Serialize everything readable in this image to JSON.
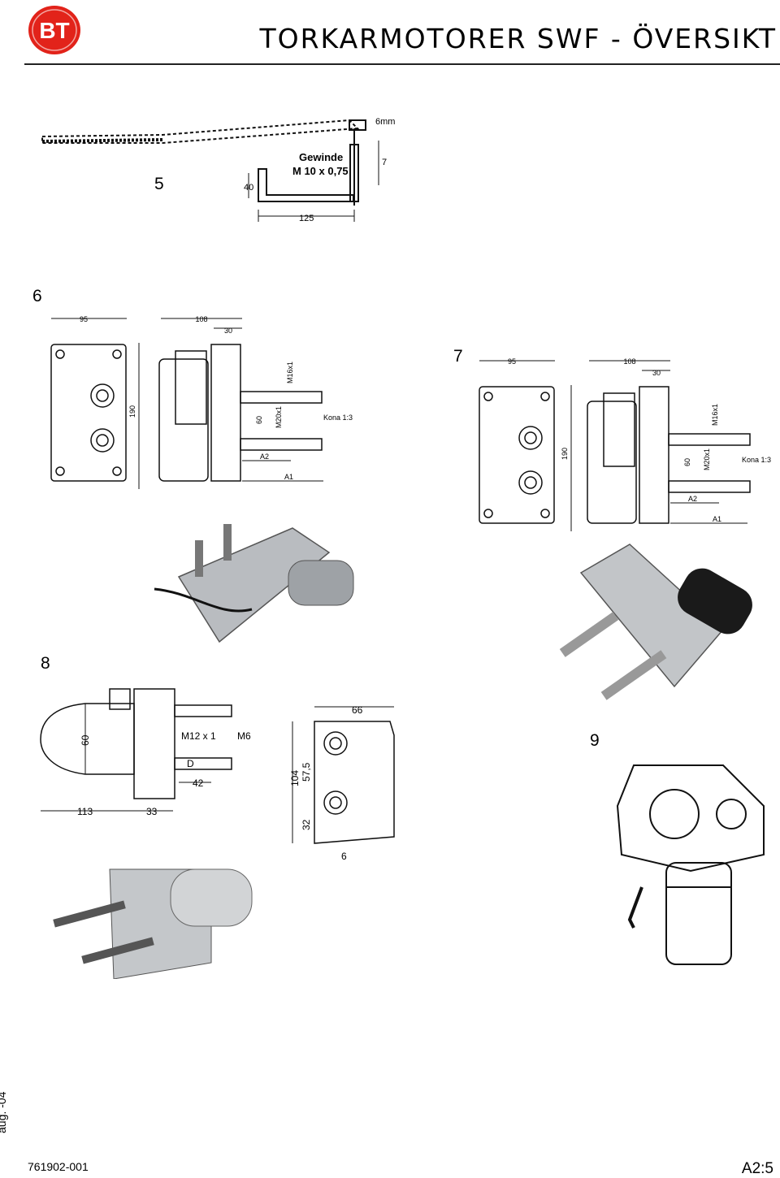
{
  "header": {
    "logo_text": "BT",
    "title": "TORKARMOTORER SWF - ÖVERSIKT"
  },
  "figures": {
    "fig5": {
      "number": "5",
      "thread_label_1": "Gewinde",
      "thread_label_2": "M 10 x 0,75",
      "dim_125": "125",
      "dim_40": "40",
      "dim_7": "7",
      "dim_6mm": "6mm"
    },
    "fig6": {
      "number": "6",
      "dim_95": "95",
      "dim_108": "108",
      "dim_30": "30",
      "dim_190": "190",
      "dim_60": "60",
      "m16": "M16x1",
      "m20": "M20x1",
      "kona": "Kona 1:3",
      "a2": "A2",
      "a1": "A1"
    },
    "fig7": {
      "number": "7",
      "dim_95": "95",
      "dim_108": "108",
      "dim_30": "30",
      "dim_190": "190",
      "dim_60": "60",
      "m16": "M16x1",
      "m20": "M20x1",
      "kona": "Kona 1:3",
      "a2": "A2",
      "a1": "A1"
    },
    "fig8": {
      "number": "8",
      "dim_60": "60",
      "m12": "M12 x 1",
      "m6": "M6",
      "d": "D",
      "dim_42": "42",
      "dim_113": "113",
      "dim_33": "33",
      "dim_66": "66",
      "dim_104": "104",
      "dim_57_5": "57,5",
      "dim_32": "32",
      "dim_6": "6"
    },
    "fig9": {
      "number": "9"
    }
  },
  "footer": {
    "side_date": "aug. -04",
    "doc_number": "761902-001",
    "page": "A2:5"
  },
  "colors": {
    "logo_red": "#e2231a",
    "line": "#111111",
    "metal": "#b9bcc0"
  }
}
